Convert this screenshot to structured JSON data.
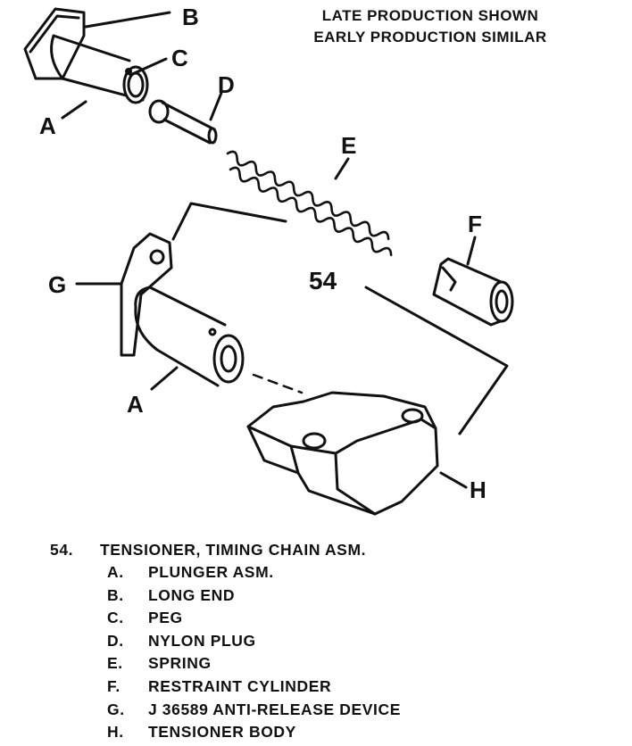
{
  "note": {
    "line1": "LATE PRODUCTION SHOWN",
    "line2": "EARLY PRODUCTION SIMILAR"
  },
  "callouts": {
    "A": "A",
    "B": "B",
    "C": "C",
    "D": "D",
    "E": "E",
    "F": "F",
    "G": "G",
    "H": "H",
    "assembly": "54"
  },
  "legend": {
    "number": "54.",
    "title": "TENSIONER, TIMING CHAIN ASM.",
    "items": [
      {
        "key": "A.",
        "text": "PLUNGER ASM."
      },
      {
        "key": "B.",
        "text": "LONG END"
      },
      {
        "key": "C.",
        "text": "PEG"
      },
      {
        "key": "D.",
        "text": "NYLON PLUG"
      },
      {
        "key": "E.",
        "text": "SPRING"
      },
      {
        "key": "F.",
        "text": "RESTRAINT CYLINDER"
      },
      {
        "key": "G.",
        "text": "J 36589 ANTI-RELEASE DEVICE"
      },
      {
        "key": "H.",
        "text": "TENSIONER BODY"
      }
    ]
  }
}
